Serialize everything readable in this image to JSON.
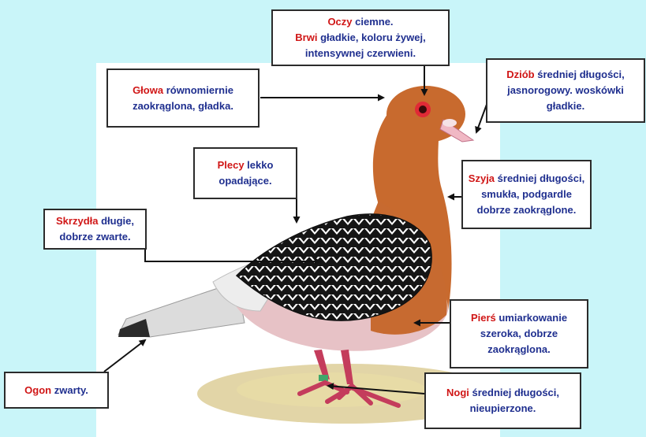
{
  "colors": {
    "background": "#c9f5f9",
    "term_red": "#d01616",
    "description_blue": "#1f2f8f",
    "box_border": "#2b2b2b"
  },
  "labels": {
    "oczy": {
      "term": "Oczy",
      "desc": " ciemne."
    },
    "brwi": {
      "term": "Brwi",
      "desc": " gładkie, koloru żywej,",
      "line2": "intensywnej czerwieni."
    },
    "glowa": {
      "term": "Głowa",
      "desc": " równomiernie",
      "line2": "zaokrąglona, gładka."
    },
    "dziob": {
      "term": "Dziób",
      "desc": " średniej długości,",
      "line2": "jasnorogowy. woskówki",
      "line3": "gładkie."
    },
    "plecy": {
      "term": "Plecy",
      "desc": " lekko",
      "line2": "opadające."
    },
    "szyja": {
      "term": "Szyja",
      "desc": " średniej długości,",
      "line2": "smukła, podgardle",
      "line3": "dobrze zaokrąglone."
    },
    "skrzydla": {
      "term": "Skrzydła",
      "desc": " długie,",
      "line2": "dobrze zwarte."
    },
    "piers": {
      "term": "Pierś",
      "desc": " umiarkowanie",
      "line2": "szeroka, dobrze",
      "line3": "zaokrąglona."
    },
    "ogon": {
      "term": "Ogon",
      "desc": " zwarty."
    },
    "nogi": {
      "term": "Nogi",
      "desc": " średniej długości,",
      "line2": "nieupierzone."
    }
  }
}
